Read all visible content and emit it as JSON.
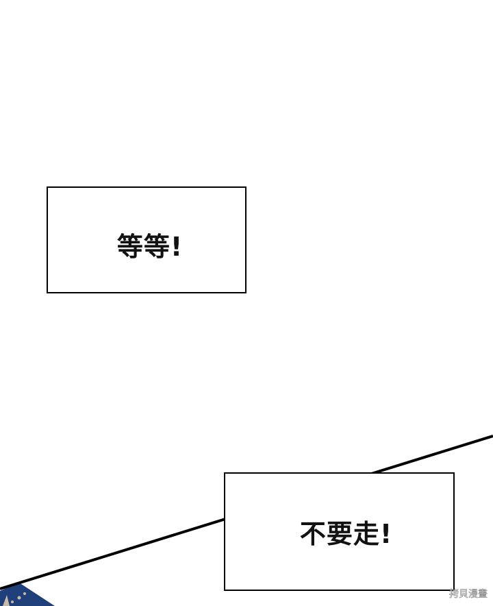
{
  "panel": {
    "background": "#ffffff",
    "speech_tail_color": "#000000",
    "corner_fabric_color": "#1e3f7a"
  },
  "captions": [
    {
      "text": "等等!"
    },
    {
      "text": "不要走!"
    }
  ],
  "watermark": {
    "text": "拷貝漫畫"
  }
}
